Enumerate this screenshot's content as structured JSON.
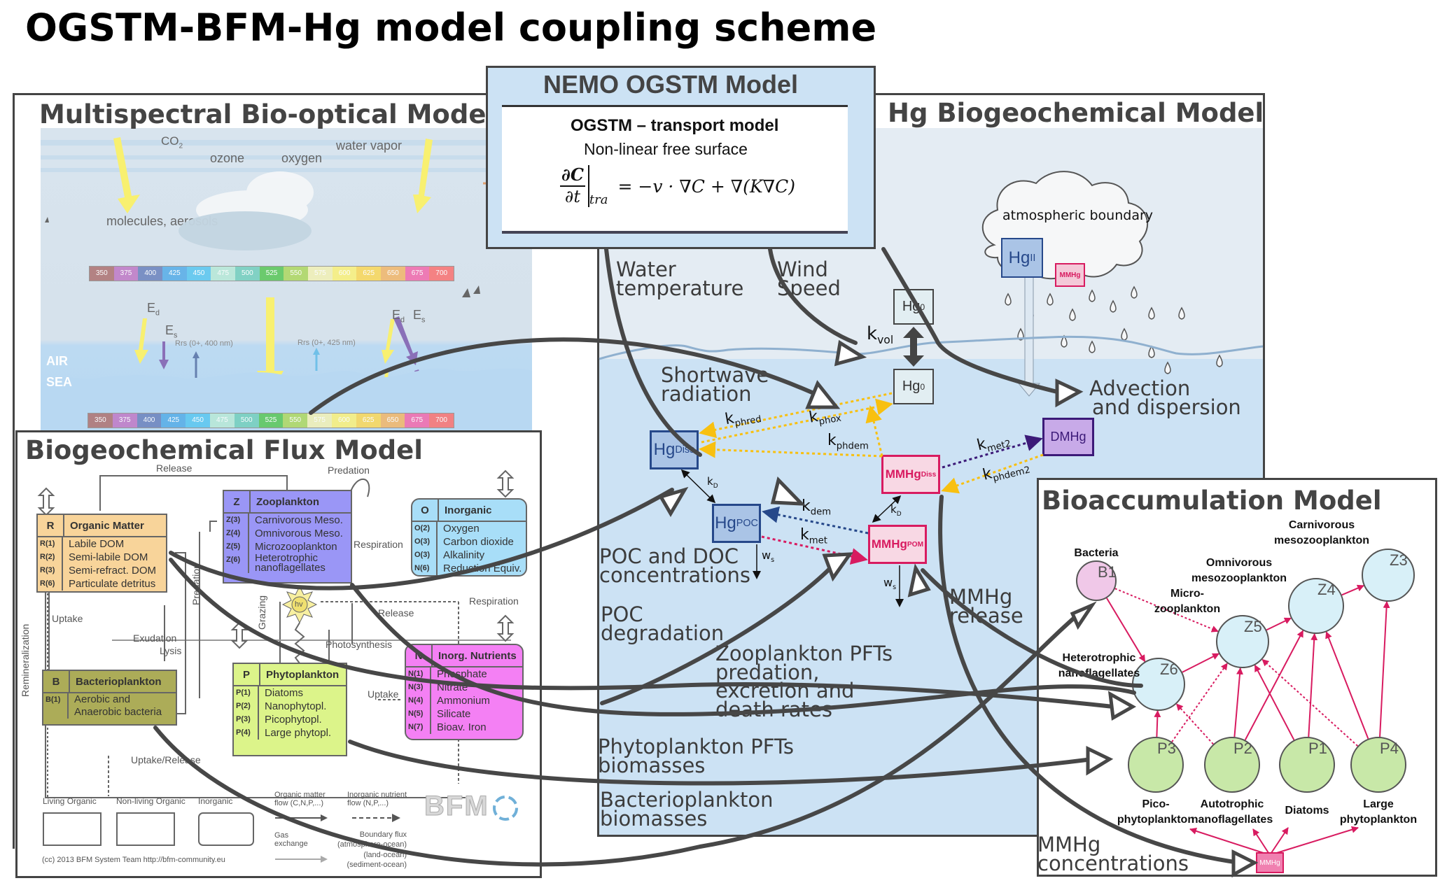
{
  "title": "OGSTM-BFM-Hg model coupling scheme",
  "nemo": {
    "title": "NEMO OGSTM Model",
    "subtitle": "OGSTM – transport model",
    "line2": "Non-linear free surface",
    "equation_lhs_num": "∂C",
    "equation_lhs_den": "∂t",
    "equation_sub": "tra",
    "equation_rhs": "= −v · ∇C + ∇(K∇C)"
  },
  "bio_optical": {
    "title": "Multispectral Bio-optical Model",
    "labels": {
      "co2": "CO",
      "co2_sub": "2",
      "ozone": "ozone",
      "oxygen": "oxygen",
      "water_vapor": "water vapor",
      "molecules": "molecules, aerosols",
      "ed": "E",
      "ed_sub": "d",
      "es": "E",
      "es_sub": "s",
      "rrs400": "Rrs (0+, 400 nm)",
      "rrs425": "Rrs (0+, 425 nm)",
      "air": "AIR",
      "sea": "SEA"
    },
    "spectrum": [
      {
        "nm": "350",
        "color": "#b07878"
      },
      {
        "nm": "375",
        "color": "#c07fc8"
      },
      {
        "nm": "400",
        "color": "#7088c0"
      },
      {
        "nm": "425",
        "color": "#5cb0e8"
      },
      {
        "nm": "450",
        "color": "#60c8f0"
      },
      {
        "nm": "475",
        "color": "#b8e8d8"
      },
      {
        "nm": "500",
        "color": "#78d0c0"
      },
      {
        "nm": "525",
        "color": "#60c860"
      },
      {
        "nm": "550",
        "color": "#b0d868"
      },
      {
        "nm": "575",
        "color": "#f0f0b8"
      },
      {
        "nm": "600",
        "color": "#f8f080"
      },
      {
        "nm": "625",
        "color": "#f8d860"
      },
      {
        "nm": "650",
        "color": "#f0b870"
      },
      {
        "nm": "675",
        "color": "#f070b0"
      },
      {
        "nm": "700",
        "color": "#f87878"
      }
    ]
  },
  "bfm": {
    "title": "Biogeochemical Flux Model",
    "organic_matter": {
      "code": "R",
      "title": "Organic Matter",
      "rows": [
        {
          "code": "R(1)",
          "label": "Labile DOM"
        },
        {
          "code": "R(2)",
          "label": "Semi-labile DOM"
        },
        {
          "code": "R(3)",
          "label": "Semi-refract. DOM"
        },
        {
          "code": "R(6)",
          "label": "Particulate detritus"
        }
      ]
    },
    "zooplankton": {
      "code": "Z",
      "title": "Zooplankton",
      "rows": [
        {
          "code": "Z(3)",
          "label": "Carnivorous Meso."
        },
        {
          "code": "Z(4)",
          "label": "Omnivorous Meso."
        },
        {
          "code": "Z(5)",
          "label": "Microzooplankton"
        },
        {
          "code": "Z(6)",
          "label": "Heterotrophic nanoflagellates"
        }
      ]
    },
    "inorganic": {
      "code": "O",
      "title": "Inorganic",
      "rows": [
        {
          "code": "O(2)",
          "label": "Oxygen"
        },
        {
          "code": "O(3)",
          "label": "Carbon dioxide"
        },
        {
          "code": "O(3)",
          "label": "Alkalinity"
        },
        {
          "code": "N(6)",
          "label": "Reduction Equiv."
        }
      ]
    },
    "bacterioplankton": {
      "code": "B",
      "title": "Bacterioplankton",
      "rows": [
        {
          "code": "B(1)",
          "label": "Aerobic and Anaerobic bacteria"
        }
      ]
    },
    "phytoplankton": {
      "code": "P",
      "title": "Phytoplankton",
      "rows": [
        {
          "code": "P(1)",
          "label": "Diatoms"
        },
        {
          "code": "P(2)",
          "label": "Nanophytopl."
        },
        {
          "code": "P(3)",
          "label": "Picophytopl."
        },
        {
          "code": "P(4)",
          "label": "Large phytopl."
        }
      ]
    },
    "nutrients": {
      "code": "N",
      "title": "Inorg. Nutrients",
      "rows": [
        {
          "code": "N(1)",
          "label": "Phosphate"
        },
        {
          "code": "N(3)",
          "label": "Nitrate"
        },
        {
          "code": "N(4)",
          "label": "Ammonium"
        },
        {
          "code": "N(5)",
          "label": "Silicate"
        },
        {
          "code": "N(7)",
          "label": "Bioav. Iron"
        }
      ]
    },
    "flow_labels": {
      "release_top": "Release",
      "predation_top": "Predation",
      "respiration1": "Respiration",
      "respiration2": "Respiration",
      "release_mid": "Release",
      "uptake": "Uptake",
      "exudation": "Exudation",
      "lysis": "Lysis",
      "predation_vert": "Predation",
      "grazing": "Grazing",
      "hv": "hv",
      "photosynthesis": "Photosynthesis",
      "uptake2": "Uptake",
      "uptake_release": "Uptake/Release",
      "remineralization": "Remineralization"
    },
    "legend": {
      "living_organic": "Living Organic",
      "nonliving_organic": "Non-living Organic",
      "inorganic": "Inorganic",
      "om_flow": "Organic matter flow (C,N,P,...)",
      "inorg_flow": "Inorganic nutrient flow (N,P,...)",
      "gas_exchange": "Gas exchange",
      "boundary_flux": "Boundary flux",
      "bf1": "(atmosphere-ocean)",
      "bf2": "(land-ocean)",
      "bf3": "(sediment-ocean)",
      "copyright": "(cc) 2013 BFM System Team http://bfm-community.eu",
      "logo": "BFM"
    }
  },
  "hg_model": {
    "title": "Hg Biogeochemical Model",
    "atmospheric_boundary": "atmospheric boundary",
    "hg_ii": "Hg",
    "hg_ii_sup": "II",
    "mmhg_atm": "MMHg",
    "hg0_air": "Hg",
    "hg0_water": "Hg",
    "hg0_sup": "0",
    "hg_diss": "Hg",
    "hg_diss_sub": "Diss",
    "hg_poc": "Hg",
    "hg_poc_sub": "POC",
    "mmhg_diss": "MMHg",
    "mmhg_diss_sub": "Diss",
    "mmhg_pom": "MMHg",
    "mmhg_pom_sub": "POM",
    "dmhg": "DMHg",
    "rates": {
      "kvol": "k",
      "kvol_sub": "vol",
      "kphred": "k",
      "kphred_sub": "phred",
      "kphox": "k",
      "kphox_sub": "phox",
      "kphdem": "k",
      "kphdem_sub": "phdem",
      "kmet2": "k",
      "kmet2_sub": "met2",
      "kphdem2": "k",
      "kphdem2_sub": "phdem2",
      "kd1": "k",
      "kd1_sub": "D",
      "kd2": "k",
      "kd2_sub": "D",
      "kdem": "k",
      "kdem_sub": "dem",
      "kmet": "k",
      "kmet_sub": "met",
      "ws": "w",
      "ws_sub": "s"
    },
    "forcings": {
      "water_temperature": [
        "Water",
        "temperature"
      ],
      "wind_speed": [
        "Wind",
        "Speed"
      ],
      "shortwave": [
        "Shortwave",
        "radiation"
      ],
      "advection": [
        "Advection",
        "and dispersion"
      ],
      "poc_doc": [
        "POC and DOC",
        "concentrations"
      ],
      "poc_deg": [
        "POC",
        "degradation"
      ],
      "zoo_pfts": [
        "Zooplankton PFTs",
        "predation,",
        "excretion and",
        "death rates"
      ],
      "phyto_pfts": [
        "Phytoplankton PFTs",
        "biomasses"
      ],
      "bacterio": [
        "Bacterioplankton",
        "biomasses"
      ],
      "mmhg_release": [
        "MMHg",
        "release"
      ],
      "mmhg_conc": [
        "MMHg",
        "concentrations"
      ]
    }
  },
  "bioaccumulation": {
    "title": "Bioaccumulation Model",
    "nodes": [
      {
        "id": "B1",
        "label": [
          "Bacteria"
        ]
      },
      {
        "id": "Z6",
        "label": [
          "Heterotrophic",
          "nanoflagellates"
        ]
      },
      {
        "id": "Z5",
        "label": [
          "Micro-",
          "zooplankton"
        ]
      },
      {
        "id": "Z4",
        "label": [
          "Omnivorous",
          "mesozooplankton"
        ]
      },
      {
        "id": "Z3",
        "label": [
          "Carnivorous",
          "mesozooplankton"
        ]
      },
      {
        "id": "P3",
        "label": [
          "Pico-",
          "phytoplankton"
        ]
      },
      {
        "id": "P2",
        "label": [
          "Autotrophic",
          "nanoflagellates"
        ]
      },
      {
        "id": "P1",
        "label": [
          "Diatoms"
        ]
      },
      {
        "id": "P4",
        "label": [
          "Large",
          "phytoplankton"
        ]
      }
    ],
    "mmhg": "MMHg"
  }
}
